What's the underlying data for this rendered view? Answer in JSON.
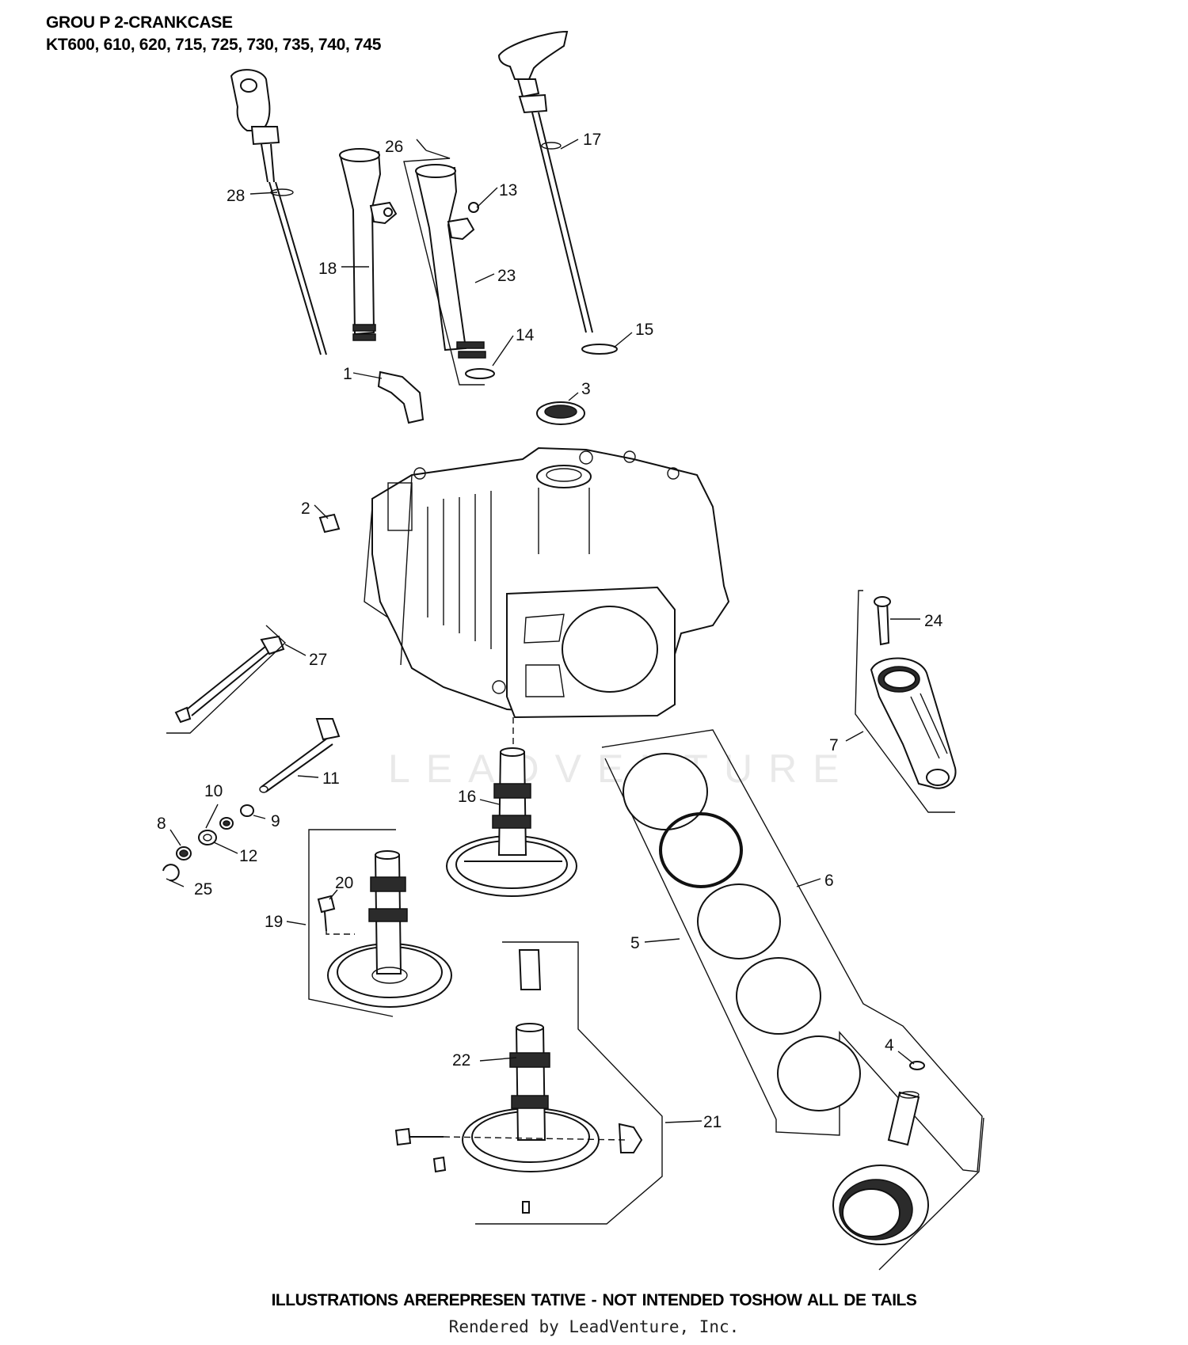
{
  "header": {
    "line1": "GROU P 2-CRANKCASE",
    "line2": "KT600, 610, 620, 715, 725, 730, 735, 740, 745"
  },
  "watermark": "LEADVENTURE",
  "footer": {
    "note": "ILLUSTRATIONS AREREPRESEN TATIVE - NOT INTENDED TOSHOW ALL DE TAILS",
    "credit": "Rendered by LeadVenture, Inc."
  },
  "callouts": [
    {
      "id": "1",
      "label": "1"
    },
    {
      "id": "2",
      "label": "2"
    },
    {
      "id": "3",
      "label": "3"
    },
    {
      "id": "4",
      "label": "4"
    },
    {
      "id": "5",
      "label": "5"
    },
    {
      "id": "6",
      "label": "6"
    },
    {
      "id": "7",
      "label": "7"
    },
    {
      "id": "8",
      "label": "8"
    },
    {
      "id": "9",
      "label": "9"
    },
    {
      "id": "10",
      "label": "10"
    },
    {
      "id": "11",
      "label": "11"
    },
    {
      "id": "12",
      "label": "12"
    },
    {
      "id": "13",
      "label": "13"
    },
    {
      "id": "14",
      "label": "14"
    },
    {
      "id": "15",
      "label": "15"
    },
    {
      "id": "16",
      "label": "16"
    },
    {
      "id": "17",
      "label": "17"
    },
    {
      "id": "18",
      "label": "18"
    },
    {
      "id": "19",
      "label": "19"
    },
    {
      "id": "20",
      "label": "20"
    },
    {
      "id": "21",
      "label": "21"
    },
    {
      "id": "22",
      "label": "22"
    },
    {
      "id": "23",
      "label": "23"
    },
    {
      "id": "24",
      "label": "24"
    },
    {
      "id": "25",
      "label": "25"
    },
    {
      "id": "26",
      "label": "26"
    },
    {
      "id": "27",
      "label": "27"
    },
    {
      "id": "28",
      "label": "28"
    }
  ]
}
